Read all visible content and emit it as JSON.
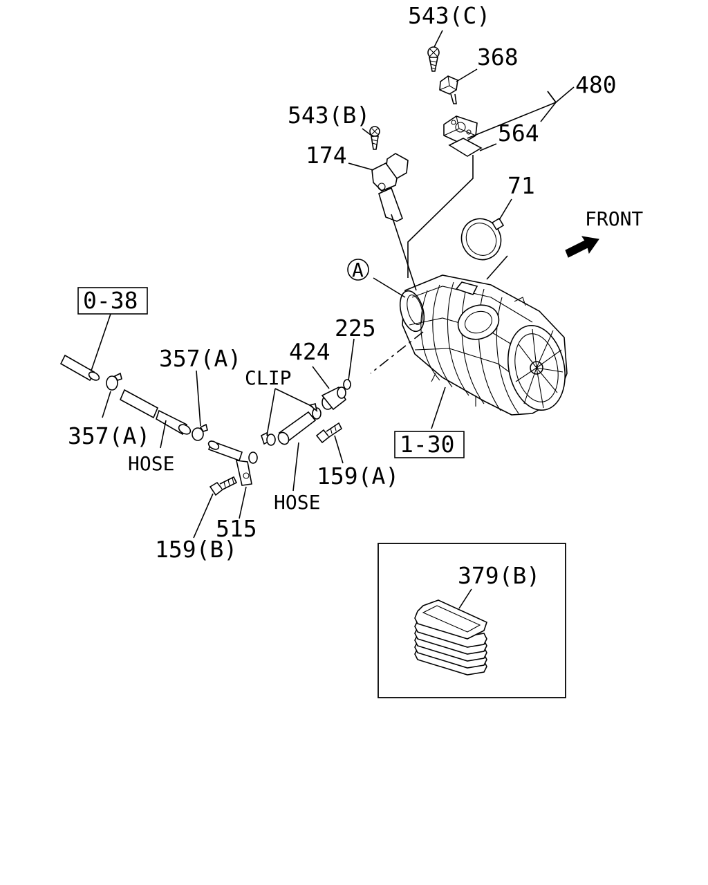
{
  "labels": {
    "p543c": "543(C)",
    "p368": "368",
    "p480": "480",
    "p543b": "543(B)",
    "p564": "564",
    "p174": "174",
    "p71": "71",
    "front": "FRONT",
    "circle_a": "A",
    "ref038": "0-38",
    "p357a_top": "357(A)",
    "clip": "CLIP",
    "p424": "424",
    "p225": "225",
    "p357a_left": "357(A)",
    "hose_left": "HOSE",
    "ref130": "1-30",
    "p159a": "159(A)",
    "hose_mid": "HOSE",
    "p515": "515",
    "p159b": "159(B)",
    "p379b": "379(B)"
  }
}
